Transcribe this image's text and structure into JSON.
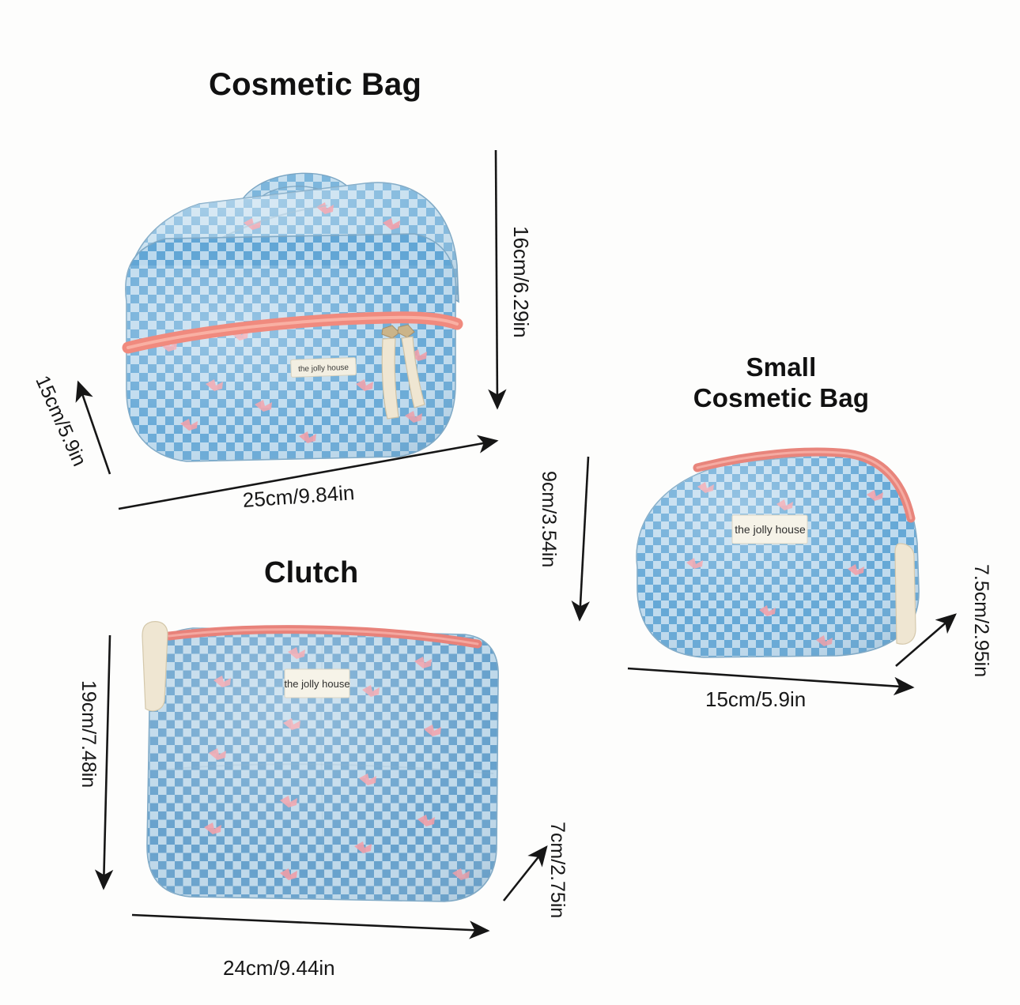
{
  "page": {
    "background_color": "#fdfdfc",
    "type": "product-dimension-diagram"
  },
  "palette": {
    "gingham_blue": "#4e9bd0",
    "gingham_blue_light": "#a9cfe8",
    "fabric_white": "#f4f7fa",
    "bow_pink": "#ef9aa4",
    "zipper_coral": "#f08a7e",
    "pull_cream": "#efe6d2",
    "label_cream": "#f3efe2",
    "arrow_black": "#1a1a1a",
    "heading_black": "#111111"
  },
  "products": [
    {
      "id": "cosmetic-bag",
      "title": "Cosmetic Bag",
      "brand_label": "the jolly house",
      "dimensions": {
        "height": "16cm/6.29in",
        "depth": "15cm/5.9in",
        "width": "25cm/9.84in"
      }
    },
    {
      "id": "small-cosmetic-bag",
      "title": "Small\nCosmetic Bag",
      "title_line1": "Small",
      "title_line2": "Cosmetic Bag",
      "brand_label": "the jolly house",
      "dimensions": {
        "height": "9cm/3.54in",
        "depth": "7.5cm/2.95in",
        "width": "15cm/5.9in"
      }
    },
    {
      "id": "clutch",
      "title": "Clutch",
      "brand_label": "the jolly house",
      "dimensions": {
        "height": "19cm/7.48in",
        "depth": "7cm/2.75in",
        "width": "24cm/9.44in"
      }
    }
  ]
}
